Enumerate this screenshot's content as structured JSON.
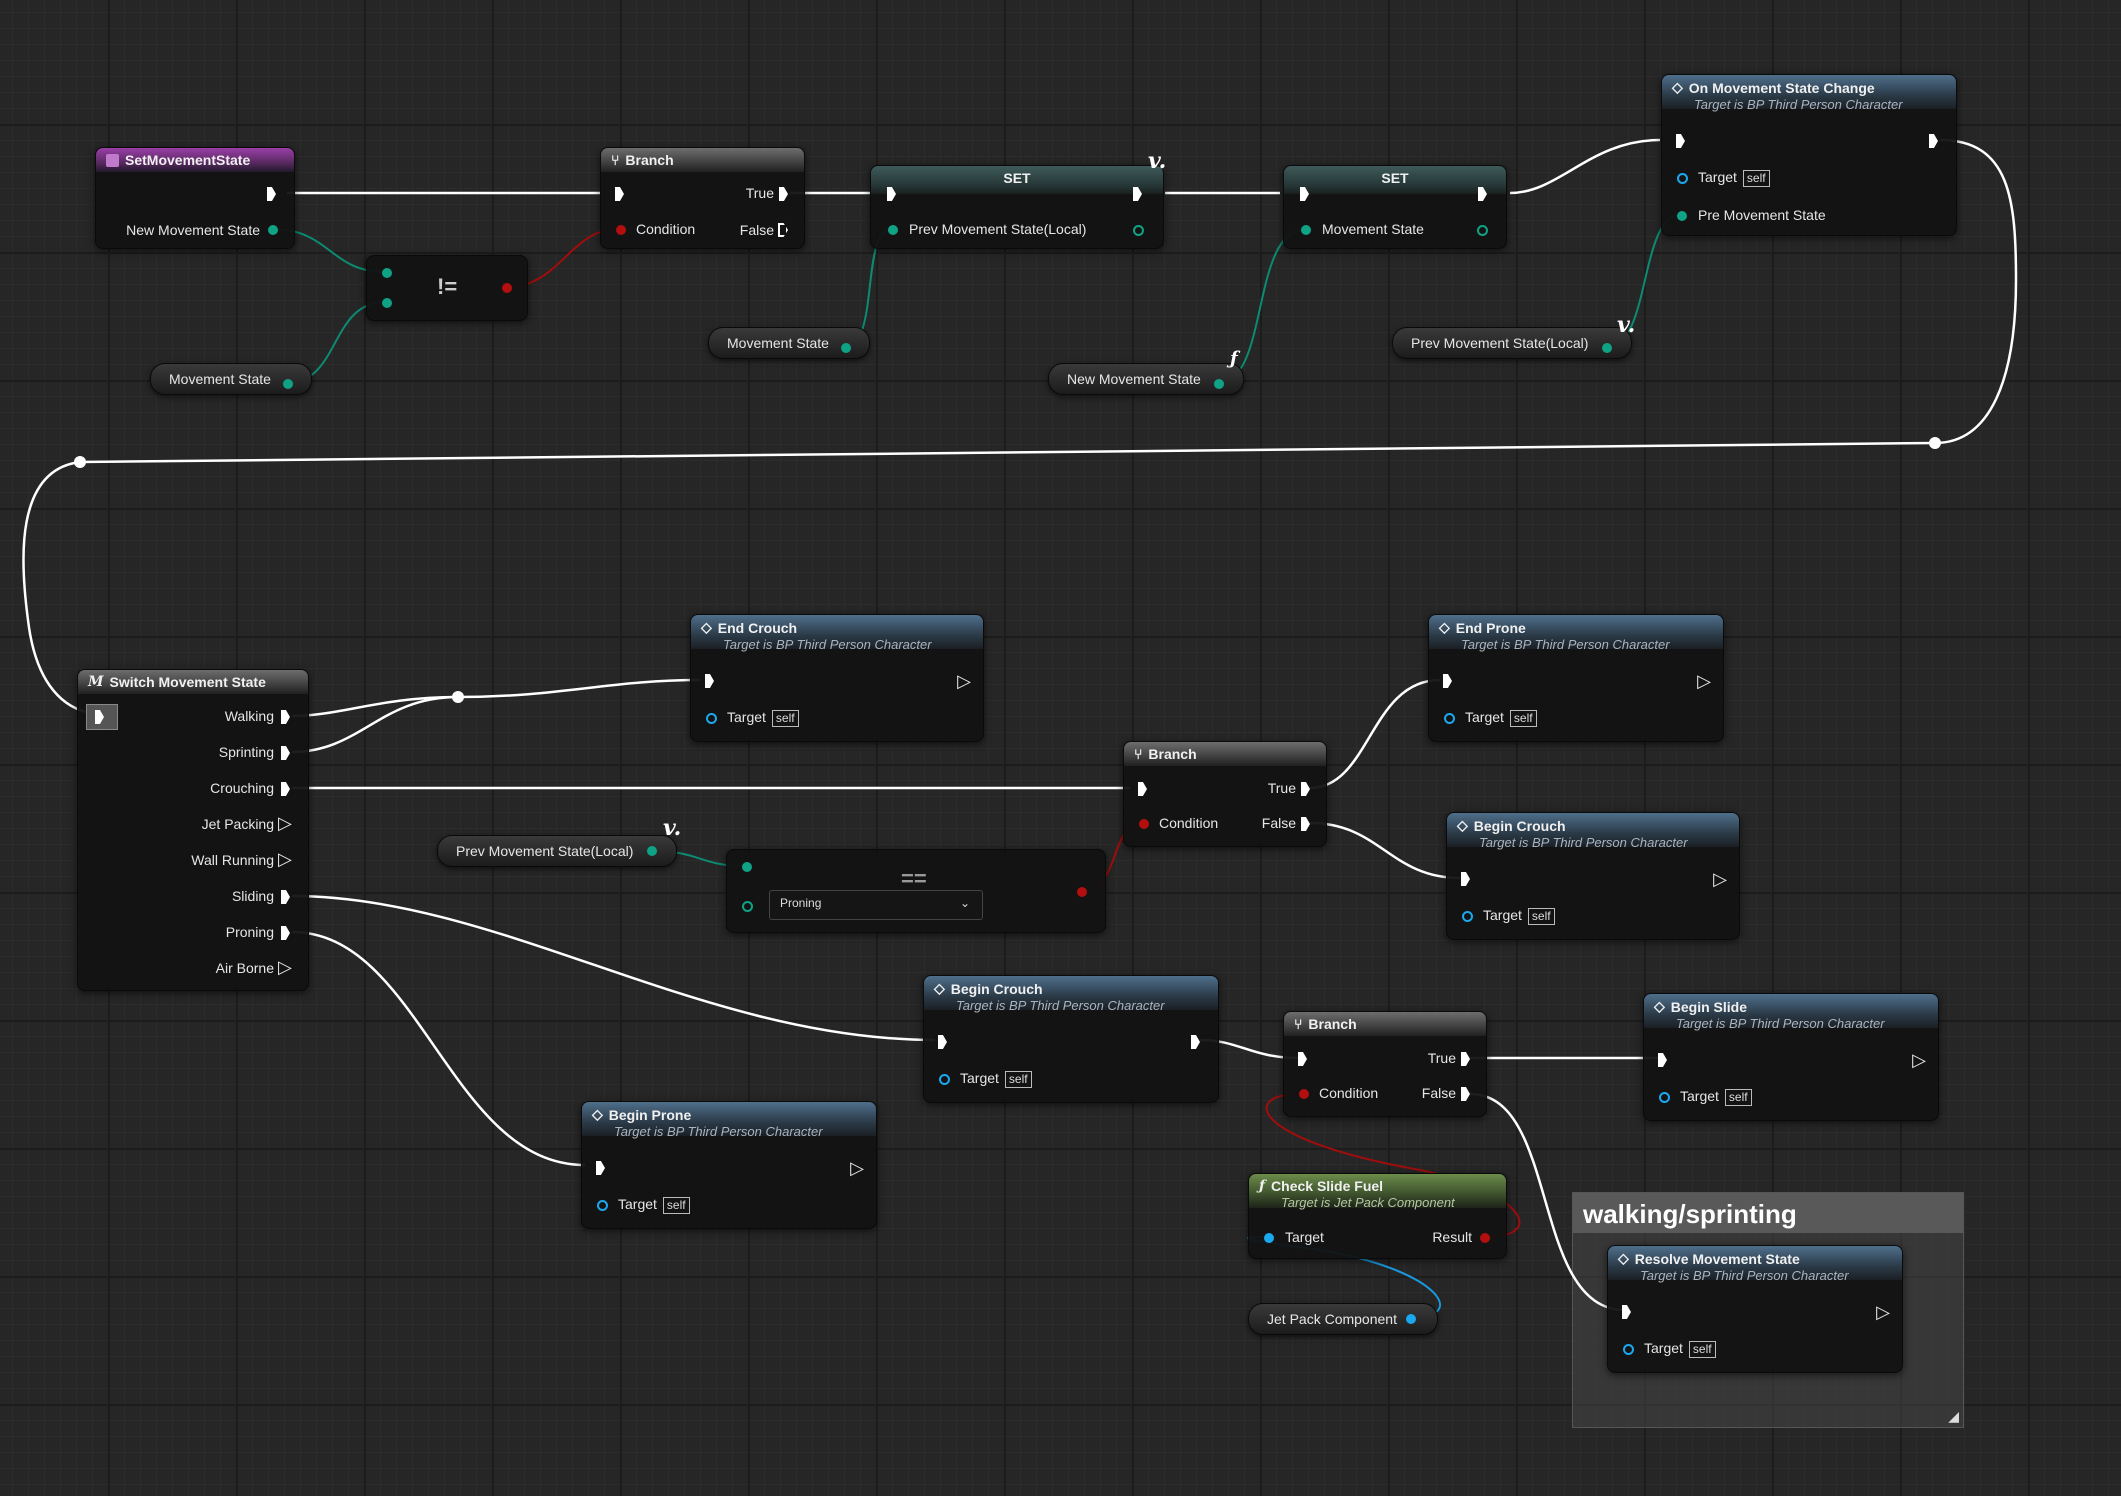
{
  "nodes": {
    "set_movement_state": {
      "title": "SetMovementState",
      "pin_new": "New Movement State"
    },
    "not_equal": {
      "op": "!="
    },
    "movement_state_var1": {
      "label": "Movement State"
    },
    "branch1": {
      "title": "Branch",
      "true": "True",
      "false": "False",
      "condition": "Condition"
    },
    "set1": {
      "title": "SET",
      "pin": "Prev Movement State(Local)"
    },
    "movement_state_var2": {
      "label": "Movement State"
    },
    "set2": {
      "title": "SET",
      "pin": "Movement State"
    },
    "new_movement_state_var": {
      "label": "New Movement State"
    },
    "on_change": {
      "title": "On Movement State Change",
      "subtitle": "Target is BP Third Person Character",
      "target": "Target",
      "self": "self",
      "pre": "Pre Movement State"
    },
    "prev_state_var1": {
      "label": "Prev Movement State(Local)"
    },
    "switch": {
      "title": "Switch Movement State",
      "outputs": [
        "Walking",
        "Sprinting",
        "Crouching",
        "Jet Packing",
        "Wall Running",
        "Sliding",
        "Proning",
        "Air Borne"
      ]
    },
    "end_crouch": {
      "title": "End Crouch",
      "subtitle": "Target is BP Third Person Character",
      "target": "Target",
      "self": "self"
    },
    "end_prone": {
      "title": "End Prone",
      "subtitle": "Target is BP Third Person Character",
      "target": "Target",
      "self": "self"
    },
    "branch2": {
      "title": "Branch",
      "true": "True",
      "false": "False",
      "condition": "Condition"
    },
    "begin_crouch1": {
      "title": "Begin Crouch",
      "subtitle": "Target is BP Third Person Character",
      "target": "Target",
      "self": "self"
    },
    "prev_state_var2": {
      "label": "Prev Movement State(Local)"
    },
    "equal": {
      "op": "==",
      "dropdown": "Proning"
    },
    "begin_crouch2": {
      "title": "Begin Crouch",
      "subtitle": "Target is BP Third Person Character",
      "target": "Target",
      "self": "self"
    },
    "branch3": {
      "title": "Branch",
      "true": "True",
      "false": "False",
      "condition": "Condition"
    },
    "begin_slide": {
      "title": "Begin Slide",
      "subtitle": "Target is BP Third Person Character",
      "target": "Target",
      "self": "self"
    },
    "begin_prone": {
      "title": "Begin Prone",
      "subtitle": "Target is BP Third Person Character",
      "target": "Target",
      "self": "self"
    },
    "check_slide_fuel": {
      "title": "Check Slide Fuel",
      "subtitle": "Target is Jet Pack Component",
      "target": "Target",
      "result": "Result"
    },
    "jet_pack_var": {
      "label": "Jet Pack Component"
    },
    "resolve": {
      "title": "Resolve Movement State",
      "subtitle": "Target is BP Third Person Character",
      "target": "Target",
      "self": "self"
    }
  },
  "comment": {
    "title": "walking/sprinting"
  },
  "colors": {
    "exec": "#ffffff",
    "enum": "#0fa386",
    "bool": "#b30f0f",
    "object": "#1aa8ee"
  }
}
